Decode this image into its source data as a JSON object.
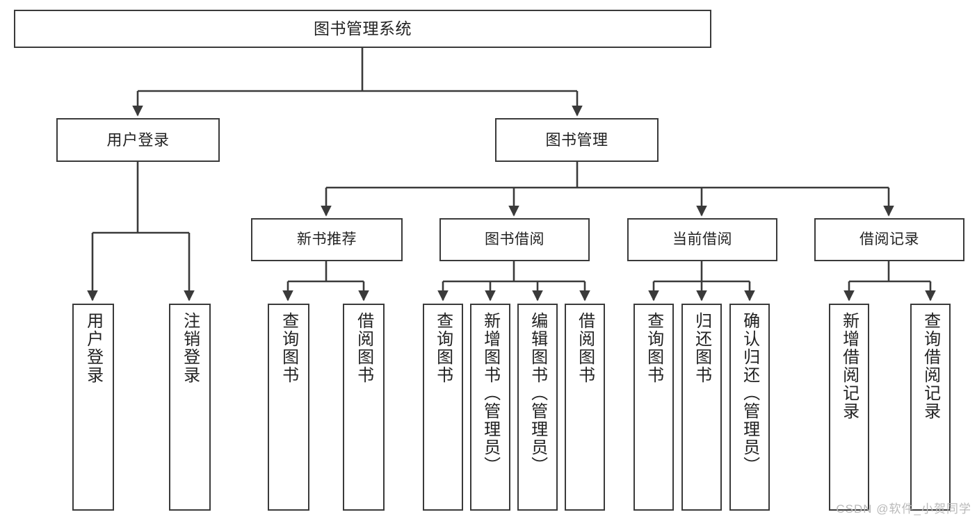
{
  "diagram": {
    "type": "tree-hierarchy-chart",
    "title": "图书管理系统",
    "orientation": "top-down",
    "style": {
      "box_stroke": "#3a3a3a",
      "box_fill": "#ffffff",
      "connector_stroke": "#3a3a3a",
      "text_color": "#222222",
      "background": "#ffffff"
    },
    "nodes": {
      "root": {
        "label": "图书管理系统",
        "level": 1
      },
      "user_login": {
        "label": "用户登录",
        "level": 2
      },
      "book_manage": {
        "label": "图书管理",
        "level": 2
      },
      "new_book_rec": {
        "label": "新书推荐",
        "level": 3
      },
      "book_borrow": {
        "label": "图书借阅",
        "level": 3
      },
      "current_borrow": {
        "label": "当前借阅",
        "level": 3
      },
      "borrow_record": {
        "label": "借阅记录",
        "level": 3
      },
      "leaf_user_login": {
        "label": "用户登录",
        "level": 4
      },
      "leaf_logout": {
        "label": "注销登录",
        "level": 4
      },
      "leaf_query_book_a": {
        "label": "查询图书",
        "level": 4
      },
      "leaf_borrow_book_a": {
        "label": "借阅图书",
        "level": 4
      },
      "leaf_query_book_b": {
        "label": "查询图书",
        "level": 4
      },
      "leaf_add_book": {
        "label": "新增图书（管理员）",
        "level": 4
      },
      "leaf_edit_book": {
        "label": "编辑图书（管理员）",
        "level": 4
      },
      "leaf_borrow_book_b": {
        "label": "借阅图书",
        "level": 4
      },
      "leaf_query_book_c": {
        "label": "查询图书",
        "level": 4
      },
      "leaf_return_book": {
        "label": "归还图书",
        "level": 4
      },
      "leaf_confirm_return": {
        "label": "确认归还（管理员）",
        "level": 4
      },
      "leaf_add_record": {
        "label": "新增借阅记录",
        "level": 4
      },
      "leaf_query_record": {
        "label": "查询借阅记录",
        "level": 4
      }
    },
    "edges": [
      {
        "from": "root",
        "to": "user_login"
      },
      {
        "from": "root",
        "to": "book_manage"
      },
      {
        "from": "user_login",
        "to": "leaf_user_login"
      },
      {
        "from": "user_login",
        "to": "leaf_logout"
      },
      {
        "from": "book_manage",
        "to": "new_book_rec"
      },
      {
        "from": "book_manage",
        "to": "book_borrow"
      },
      {
        "from": "book_manage",
        "to": "current_borrow"
      },
      {
        "from": "book_manage",
        "to": "borrow_record"
      },
      {
        "from": "new_book_rec",
        "to": "leaf_query_book_a"
      },
      {
        "from": "new_book_rec",
        "to": "leaf_borrow_book_a"
      },
      {
        "from": "book_borrow",
        "to": "leaf_query_book_b"
      },
      {
        "from": "book_borrow",
        "to": "leaf_add_book"
      },
      {
        "from": "book_borrow",
        "to": "leaf_edit_book"
      },
      {
        "from": "book_borrow",
        "to": "leaf_borrow_book_b"
      },
      {
        "from": "current_borrow",
        "to": "leaf_query_book_c"
      },
      {
        "from": "current_borrow",
        "to": "leaf_return_book"
      },
      {
        "from": "current_borrow",
        "to": "leaf_confirm_return"
      },
      {
        "from": "borrow_record",
        "to": "leaf_add_record"
      },
      {
        "from": "borrow_record",
        "to": "leaf_query_record"
      }
    ]
  },
  "watermark": {
    "text": "CSDN @软件_小贺同学"
  }
}
